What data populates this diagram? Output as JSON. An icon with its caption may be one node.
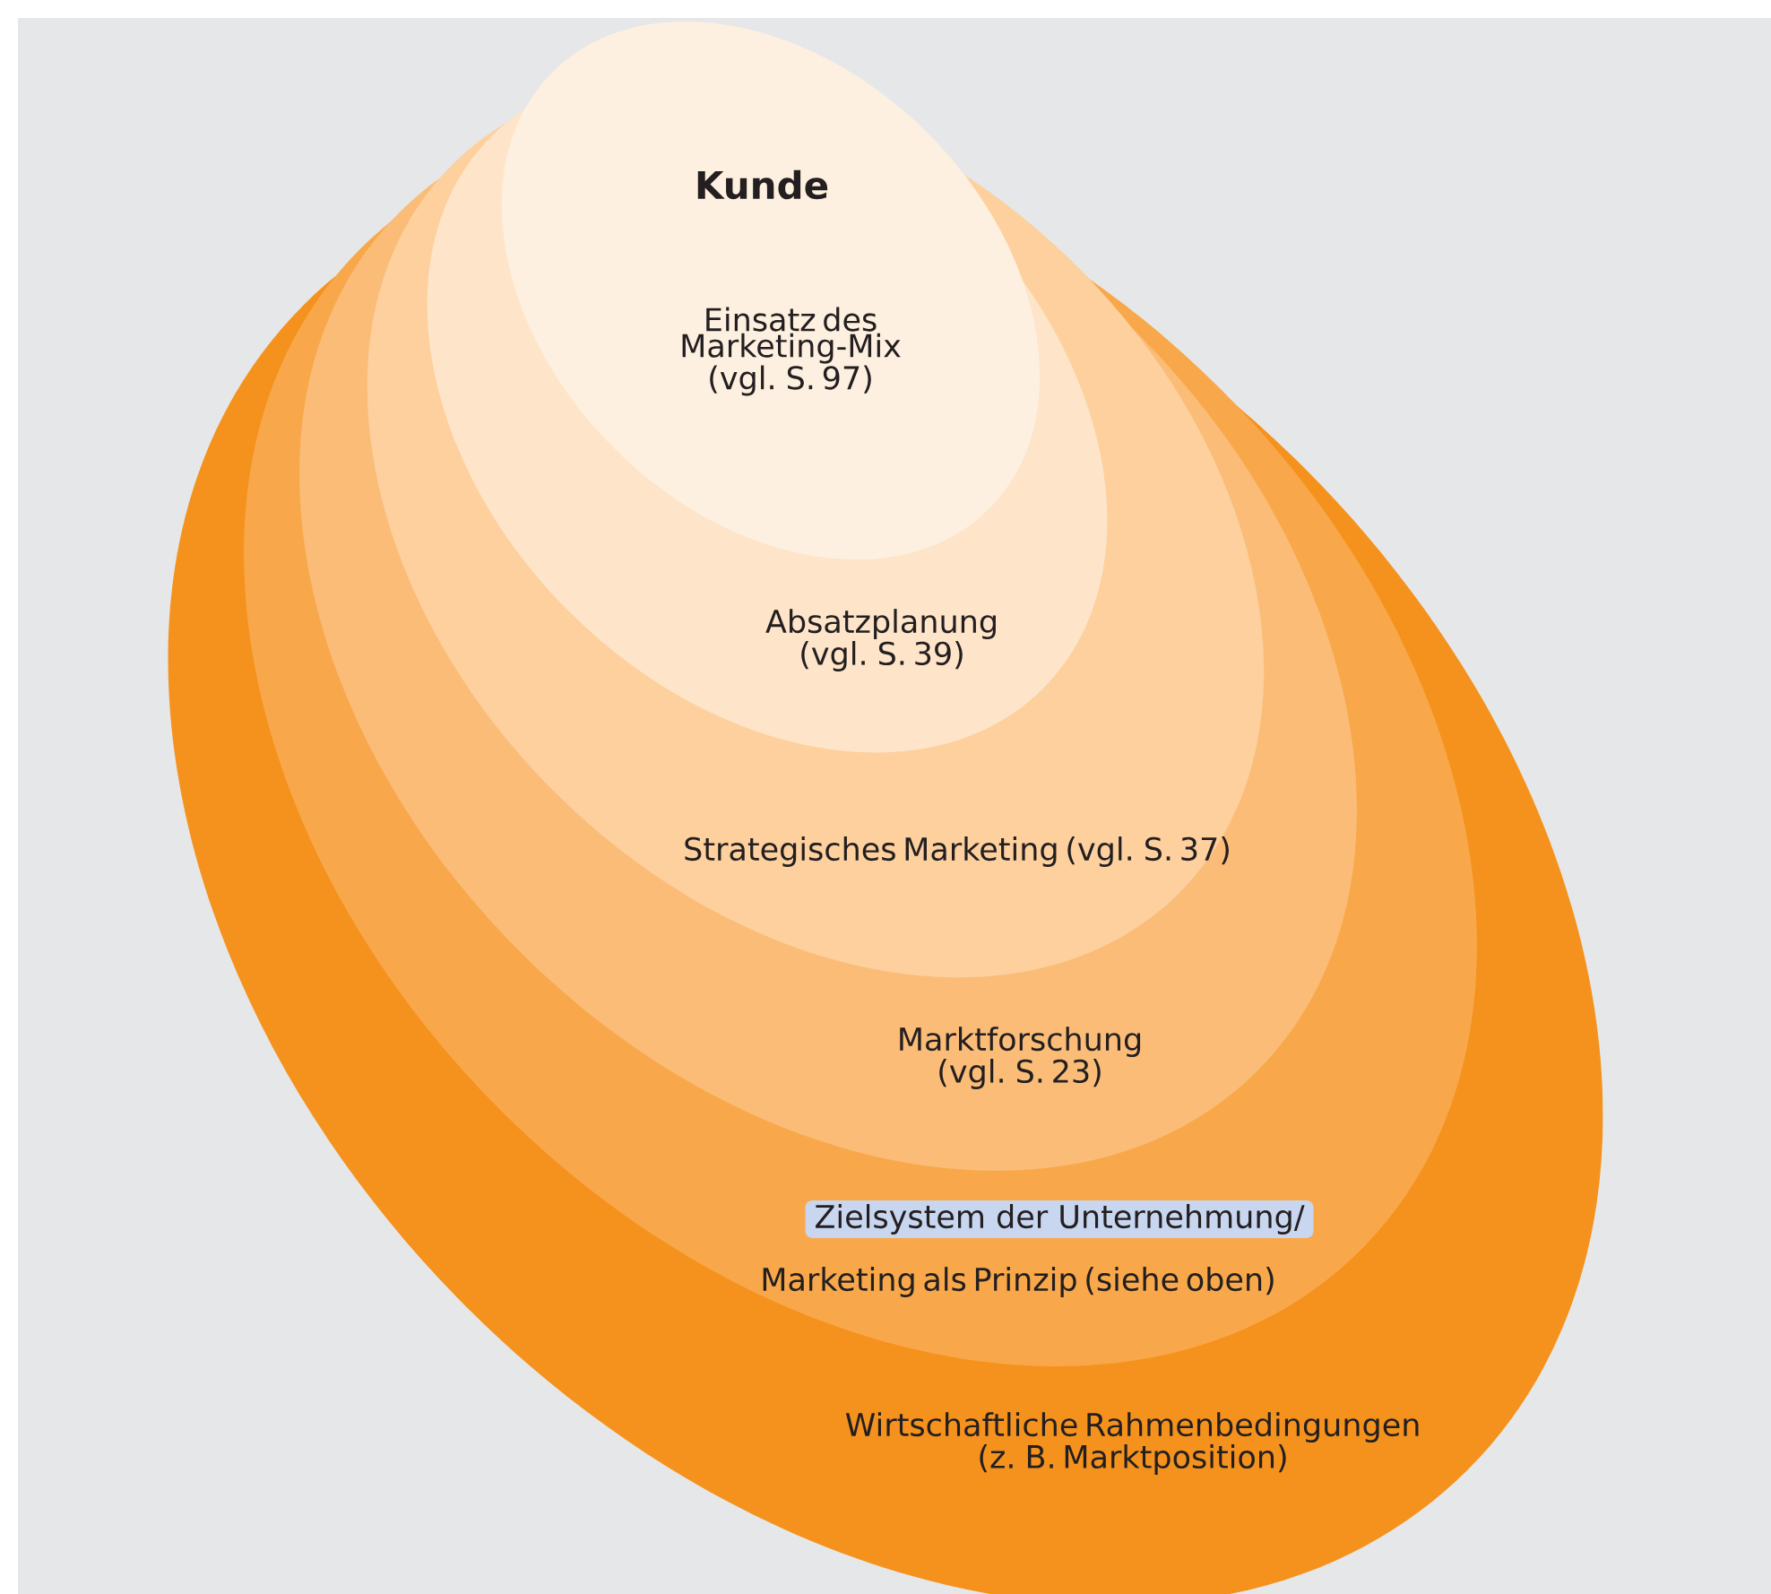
{
  "diagram": {
    "nodes": [
      {
        "text": [
          "Wirtschaftliche Rahmenbedingungen (z. B. Marktposition)"
        ]
      },
      {
        "text": [
          "Zielsystem der Unternehmung/",
          "Marketing als Prinzip (siehe oben)"
        ],
        "in": 0
      },
      {
        "text": [
          "Marktforschung (vgl. S. 23)"
        ],
        "in": 1
      },
      {
        "text": [
          "Strategisches Marketing (vgl. S. 37)"
        ],
        "in": 2
      },
      {
        "text": [
          "Absatzplanung (vgl. S. 39)"
        ],
        "in": 3
      },
      {
        "text": [
          "Kunde",
          "Einsatz des Marketing-Mix (vgl. S. 97)"
        ],
        "in": 4
      }
    ]
  }
}
